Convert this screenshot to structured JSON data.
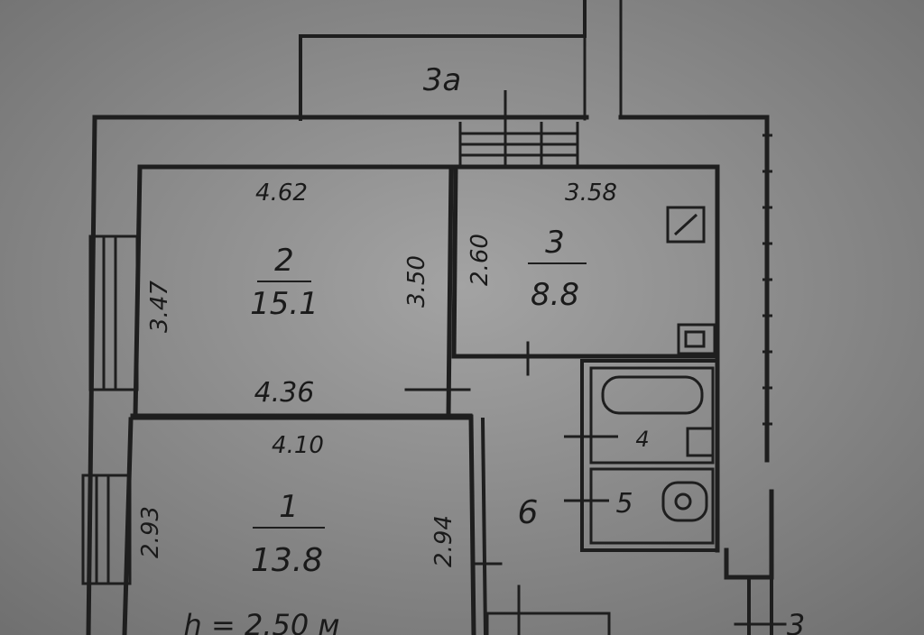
{
  "plan": {
    "height_note": "h = 2.50 м",
    "balcony": {
      "label": "3а"
    },
    "rooms": [
      {
        "number": "2",
        "area": "15.1",
        "dims": {
          "top": "4.62",
          "left": "3.47",
          "right": "3.50",
          "bottom": "4.36"
        }
      },
      {
        "number": "3",
        "area": "8.8",
        "dims": {
          "top": "3.58",
          "left": "2.60"
        }
      },
      {
        "number": "1",
        "area": "13.8",
        "dims": {
          "top": "4.10",
          "left": "2.93",
          "right": "2.94"
        }
      },
      {
        "number": "6"
      },
      {
        "number": "4"
      },
      {
        "number": "5"
      }
    ],
    "outside_mark": "3"
  }
}
